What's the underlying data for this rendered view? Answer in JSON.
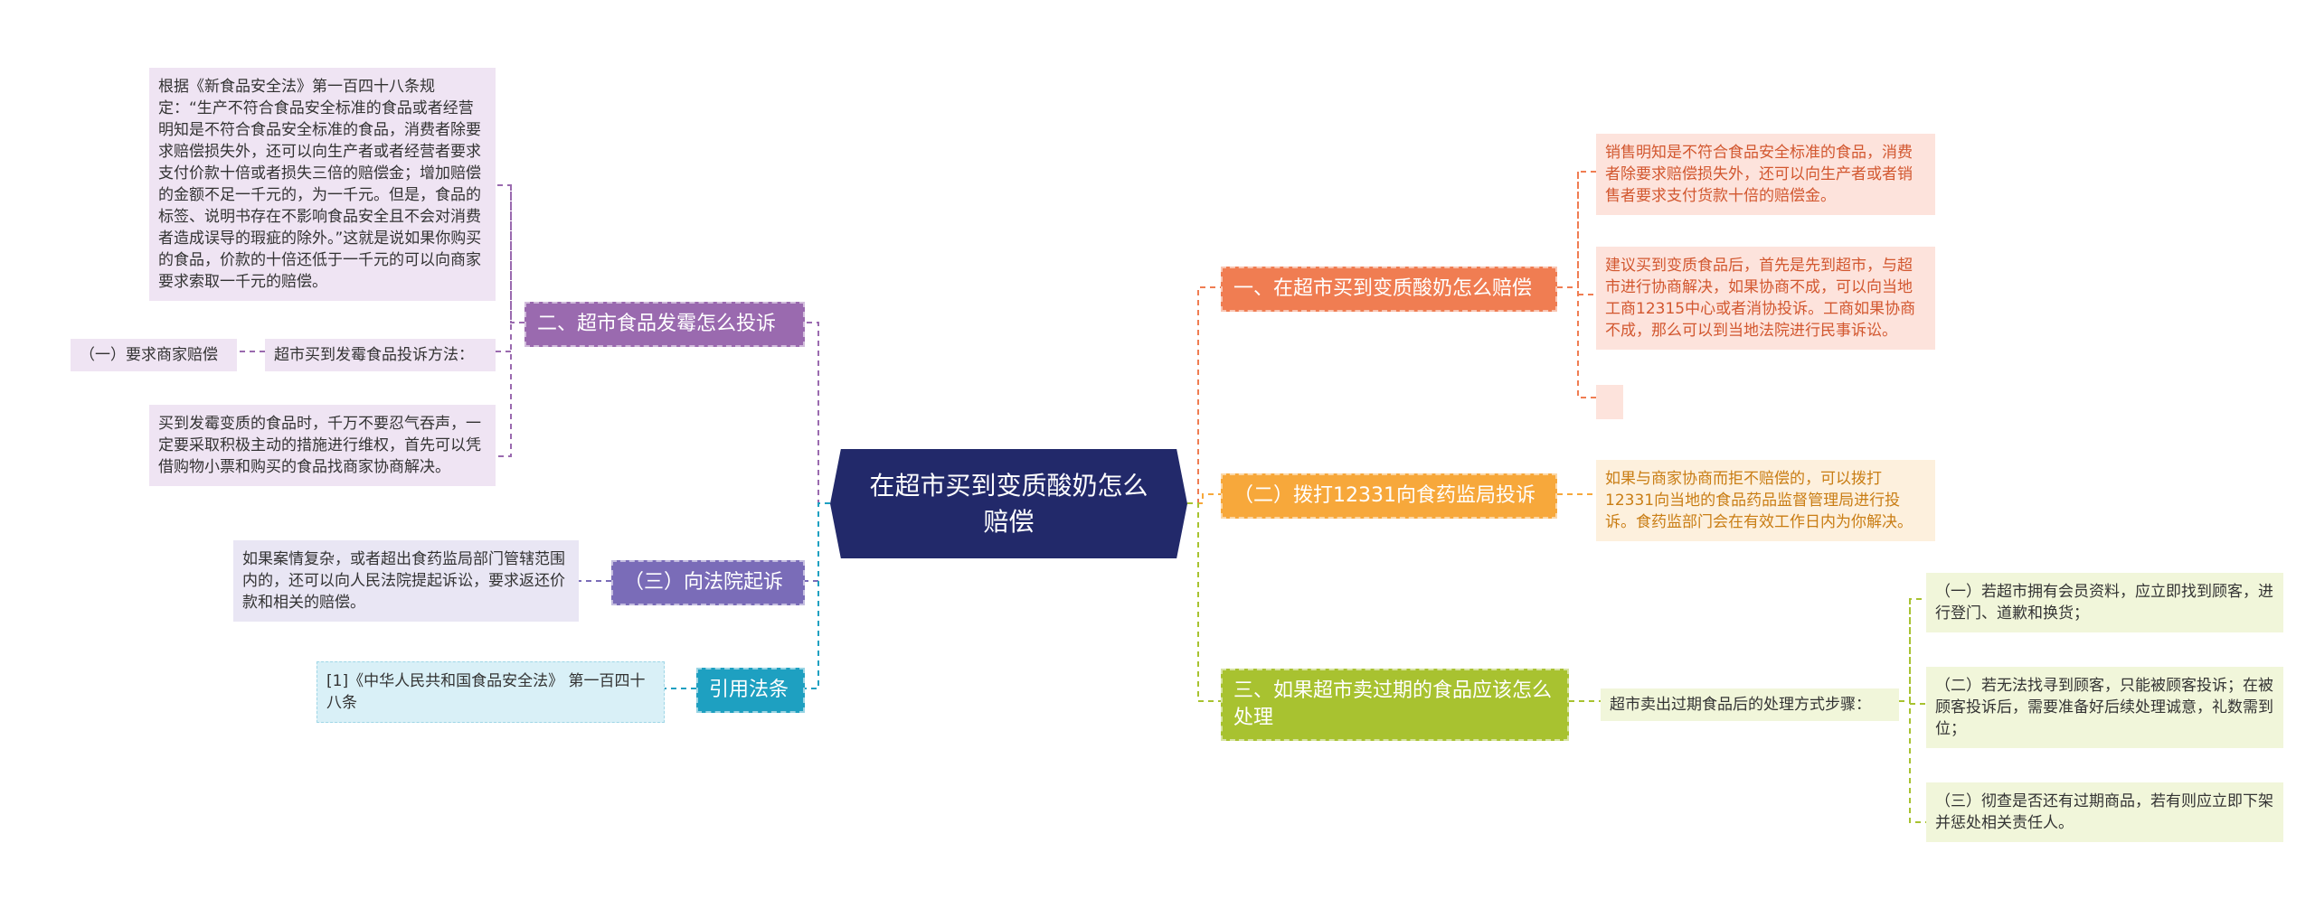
{
  "center": "在超市买到变质酸奶怎么赔偿",
  "right": [
    {
      "label": "一、在超市买到变质酸奶怎么赔偿",
      "color": "#f07d52",
      "leaves": [
        "销售明知是不符合食品安全标准的食品，消费者除要求赔偿损失外，还可以向生产者或者销售者要求支付货款十倍的赔偿金。",
        "建议买到变质食品后，首先是先到超市，与超市进行协商解决，如果协商不成，可以向当地工商12315中心或者消协投诉。工商如果协商不成，那么可以到当地法院进行民事诉讼。",
        ""
      ],
      "leaf_bg": "#fde3dc",
      "leaf_color": "#d2572f"
    },
    {
      "label": "（二）拨打12331向食药监局投诉",
      "color": "#f7a83b",
      "leaves": [
        "如果与商家协商而拒不赔偿的，可以拨打12331向当地的食品药品监督管理局进行投诉。食药监部门会在有效工作日内为你解决。"
      ],
      "leaf_bg": "#fdf0dd",
      "leaf_color": "#c97d14"
    },
    {
      "label": "三、如果超市卖过期的食品应该怎么处理",
      "color": "#a8c230",
      "mid": "超市卖出过期食品后的处理方式步骤：",
      "leaves": [
        "（一）若超市拥有会员资料，应立即找到顾客，进行登门、道歉和换货；",
        "（二）若无法找寻到顾客，只能被顾客投诉；在被顾客投诉后，需要准备好后续处理诚意，礼数需到位；",
        "（三）彻查是否还有过期商品，若有则应立即下架并惩处相关责任人。"
      ],
      "leaf_bg": "#f1f6da",
      "leaf_color": "#333333"
    }
  ],
  "left": [
    {
      "label": "二、超市食品发霉怎么投诉",
      "color": "#9a6aaf",
      "mid": "超市买到发霉食品投诉方法：",
      "mid_child": "（一）要求商家赔偿",
      "leaves": [
        "根据《新食品安全法》第一百四十八条规定：“生产不符合食品安全标准的食品或者经营明知是不符合食品安全标准的食品，消费者除要求赔偿损失外，还可以向生产者或者经营者要求支付价款十倍或者损失三倍的赔偿金；增加赔偿的金额不足一千元的，为一千元。但是，食品的标签、说明书存在不影响食品安全且不会对消费者造成误导的瑕疵的除外。”这就是说如果你购买的食品，价款的十倍还低于一千元的可以向商家要求索取一千元的赔偿。",
        "买到发霉变质的食品时，千万不要忍气吞声，一定要采取积极主动的措施进行维权，首先可以凭借购物小票和购买的食品找商家协商解决。"
      ],
      "leaf_bg": "#efe4f3",
      "leaf_color": "#333333"
    },
    {
      "label": "（三）向法院起诉",
      "color": "#7a6cb8",
      "leaves": [
        "如果案情复杂，或者超出食药监局部门管辖范围内的，还可以向人民法院提起诉讼，要求返还价款和相关的赔偿。"
      ],
      "leaf_bg": "#e9e6f4",
      "leaf_color": "#333333"
    },
    {
      "label": "引用法条",
      "color": "#1ea0c1",
      "leaves": [
        "[1]《中华人民共和国食品安全法》 第一百四十八条"
      ],
      "leaf_bg": "#d9f0f7",
      "leaf_color": "#333333"
    }
  ]
}
